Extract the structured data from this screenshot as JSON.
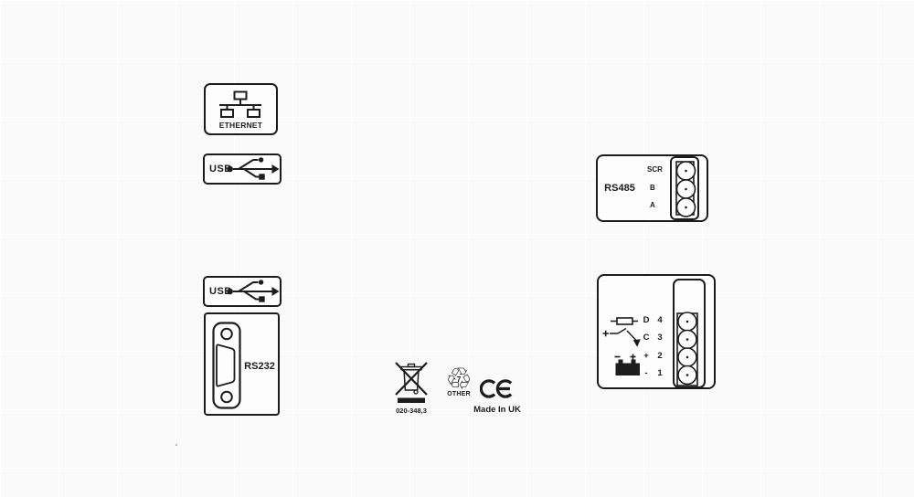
{
  "ethernet_label": {
    "title": "ETHERNET"
  },
  "usb_label_top": {
    "title": "USB"
  },
  "usb_label_bottom": {
    "title": "USB"
  },
  "rs232_label": {
    "title": "RS232"
  },
  "rs485_label": {
    "title": "RS485",
    "pins": [
      "SCR",
      "B",
      "A"
    ]
  },
  "power_label": {
    "pin_letters": [
      "D",
      "C",
      "+",
      "-"
    ],
    "pin_numbers": [
      "4",
      "3",
      "2",
      "1"
    ]
  },
  "compliance": {
    "weee_code": "020-348,3",
    "recycle_number": "7",
    "recycle_material": "OTHER",
    "ce_mark": "CE",
    "origin": "Made In UK"
  },
  "colors": {
    "ink": "#1c1c1c",
    "background": "#fafafa",
    "label_fill": "#fdfdfd"
  }
}
